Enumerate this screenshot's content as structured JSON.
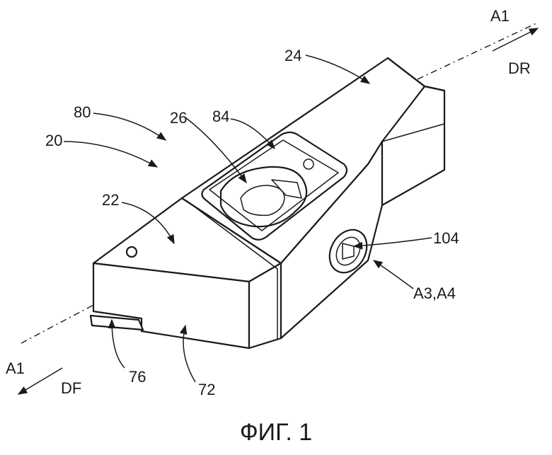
{
  "figure": {
    "caption": "ФИГ. 1",
    "labels": {
      "a1_top": "A1",
      "dr": "DR",
      "n24": "24",
      "n80": "80",
      "n84": "84",
      "n26": "26",
      "n20": "20",
      "n22": "22",
      "n104": "104",
      "a3a4": "A3,A4",
      "a1_bottom": "A1",
      "df": "DF",
      "n76": "76",
      "n72": "72"
    }
  }
}
